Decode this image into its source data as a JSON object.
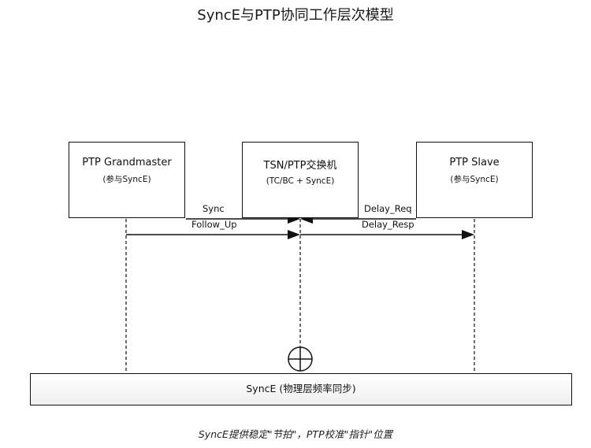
{
  "title": "SyncE与PTP协同工作层次模型",
  "nodes": {
    "grandmaster": {
      "label": "PTP Grandmaster",
      "sub": "(参与SyncE)"
    },
    "switch": {
      "label": "TSN/PTP交换机",
      "sub": "(TC/BC + SyncE)"
    },
    "slave": {
      "label": "PTP Slave",
      "sub": "(参与SyncE)"
    }
  },
  "messages": {
    "sync": "Sync",
    "follow_up": "Follow_Up",
    "delay_req": "Delay_Req",
    "delay_resp": "Delay_Resp"
  },
  "layer": {
    "label": "SyncE (物理层频率同步)"
  },
  "caption": "SyncE提供稳定\"节拍\"，PTP校准\"指针\"位置",
  "icons": {
    "junction": "circle-plus-icon"
  }
}
